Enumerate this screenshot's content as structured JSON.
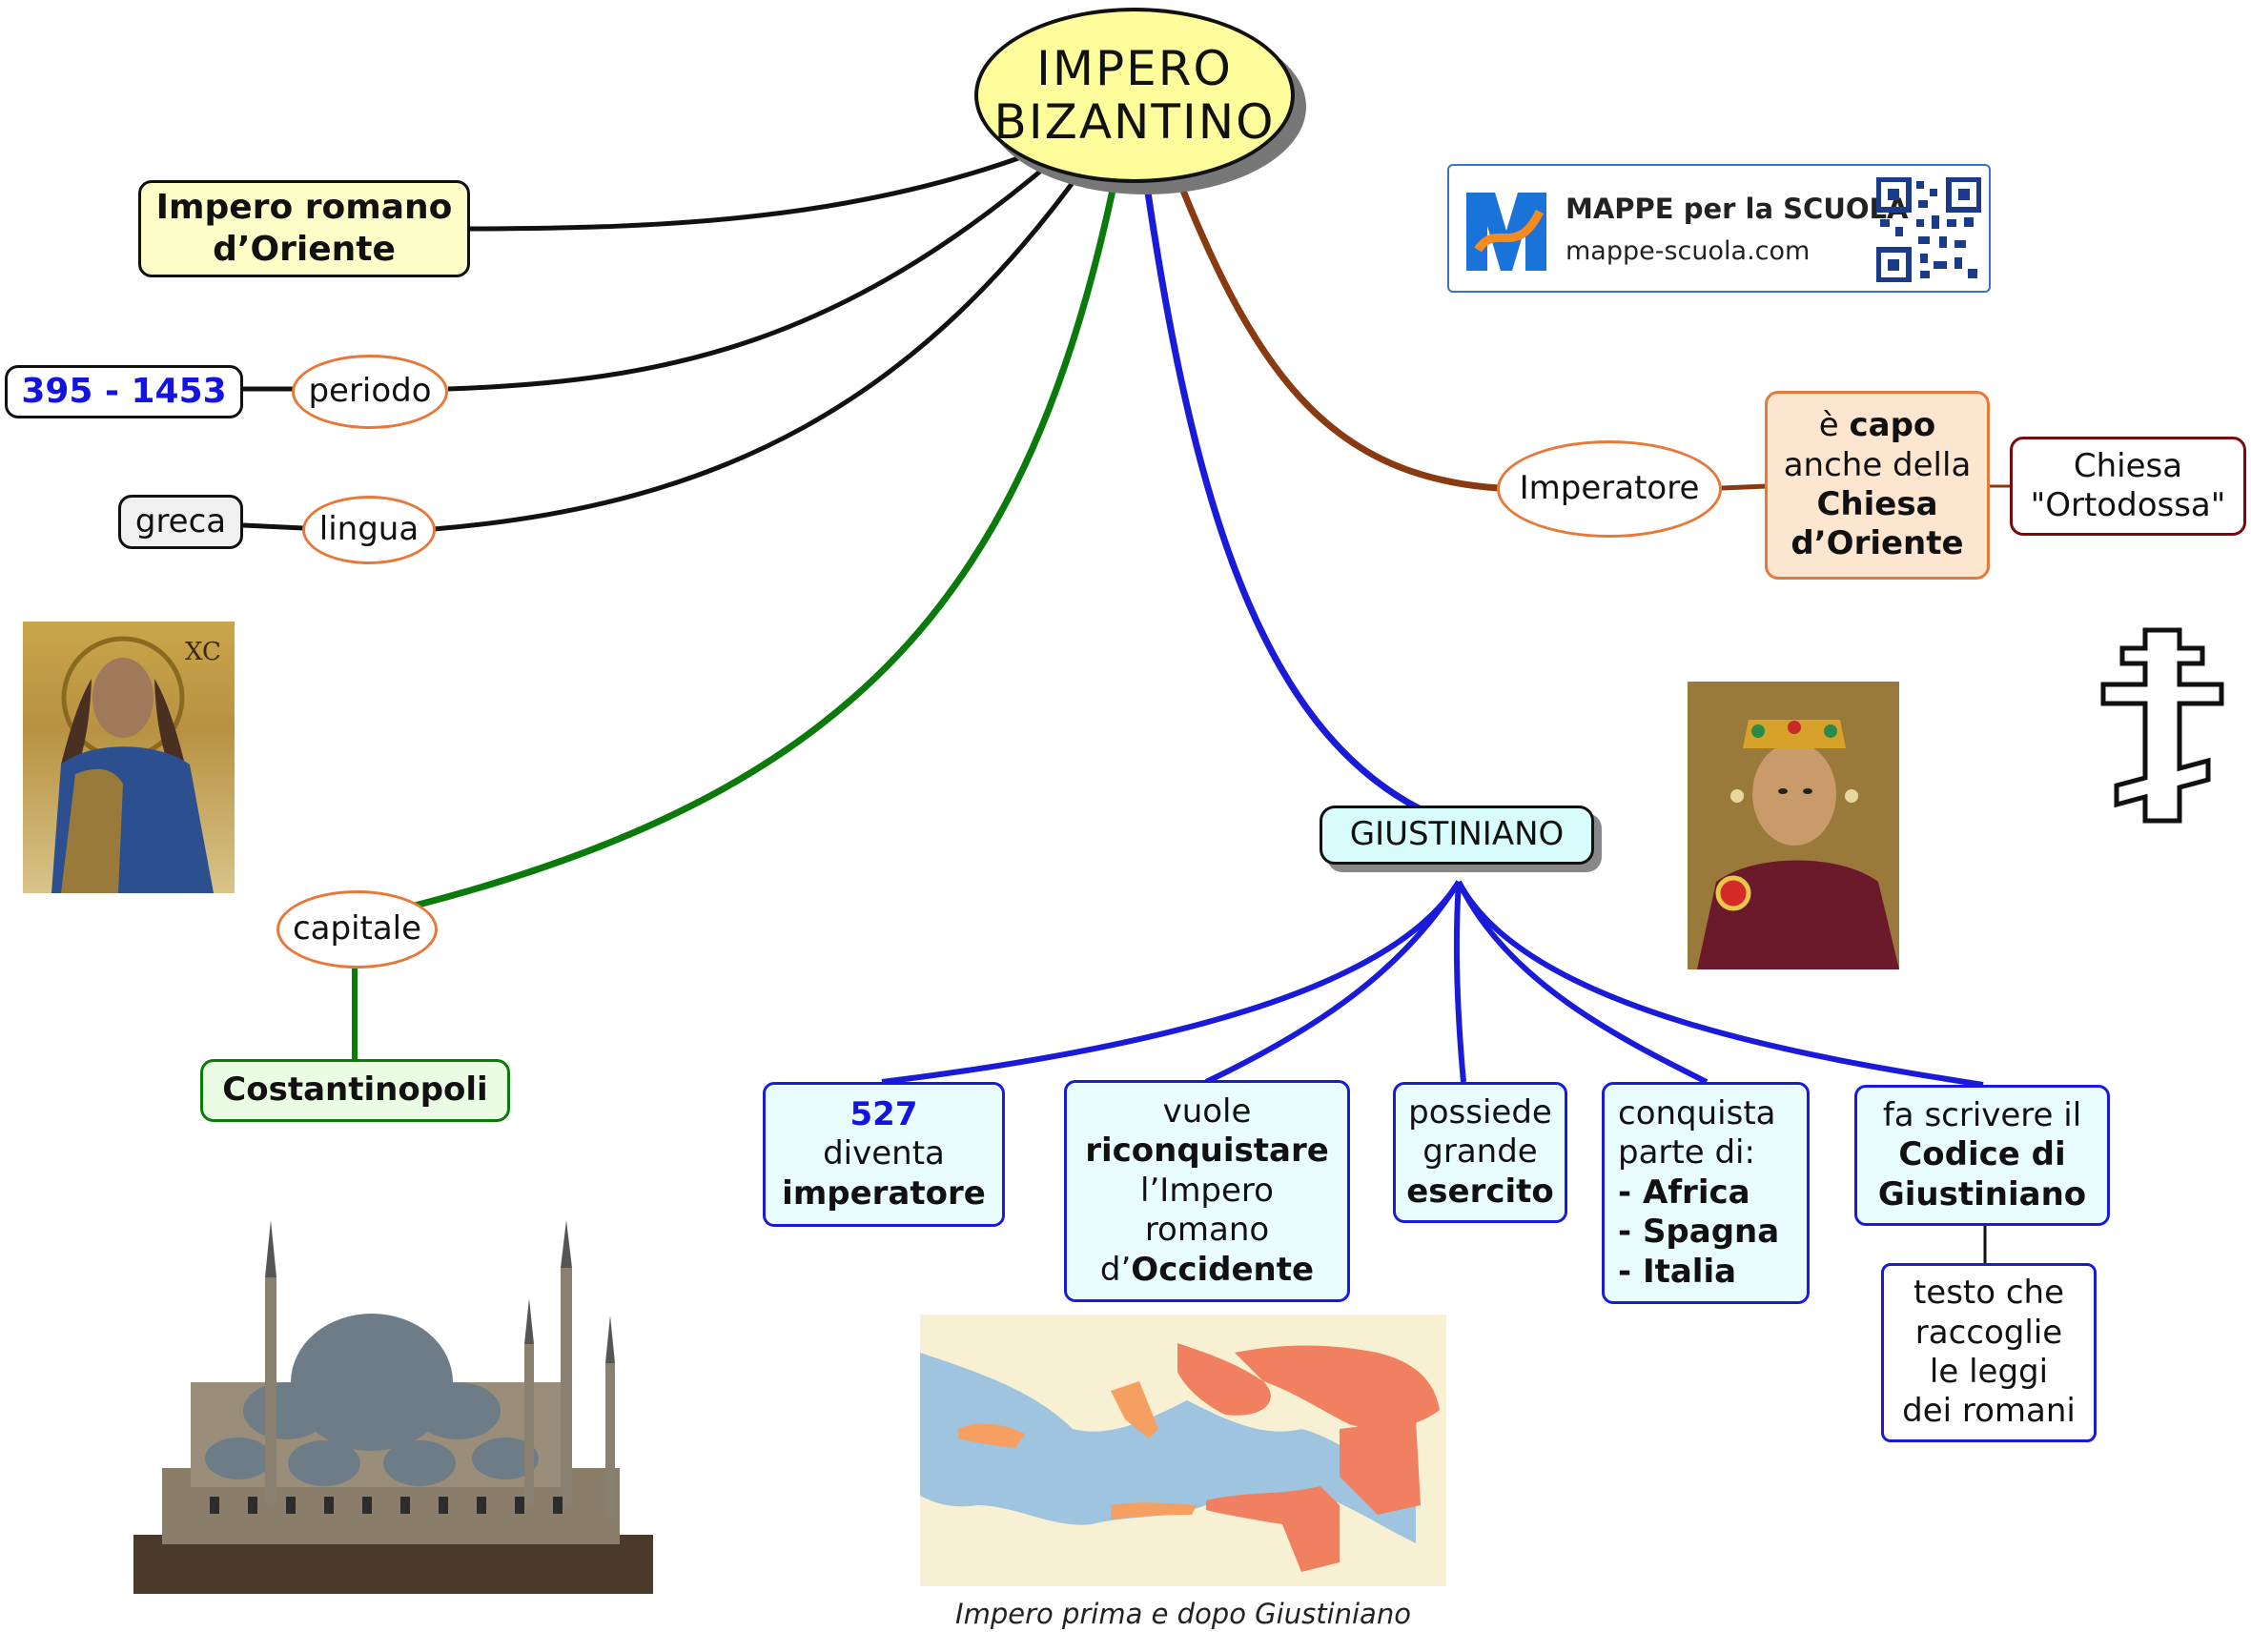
{
  "root": {
    "line1": "IMPERO",
    "line2": "BIZANTINO"
  },
  "impero_romano": {
    "line1": "Impero romano",
    "line2": "d’Oriente"
  },
  "periodo": {
    "label": "periodo",
    "value": "395 - 1453"
  },
  "lingua": {
    "label": "lingua",
    "value": "greca"
  },
  "capitale": {
    "label": "capitale",
    "value": "Costantinopoli"
  },
  "imperatore": {
    "label": "Imperatore",
    "capo": {
      "l1_pre": "è ",
      "l1_bold": "capo",
      "l2": "anche della",
      "l3": "Chiesa",
      "l4": "d’Oriente"
    },
    "chiesa": {
      "l1": "Chiesa",
      "l2": "\"Ortodossa\""
    }
  },
  "giustiniano": {
    "label": "GIUSTINIANO",
    "items": [
      {
        "l1": "527",
        "l2": "diventa",
        "l3": "imperatore"
      },
      {
        "l1": "vuole",
        "l2": "riconquistare",
        "l3": "l’Impero",
        "l4": "romano",
        "l5_pre": "d’",
        "l5_bold": "Occidente"
      },
      {
        "l1": "possiede",
        "l2": "grande",
        "l3": "esercito"
      },
      {
        "l1": "conquista",
        "l2": "parte di:",
        "l3": "- Africa",
        "l4": "- Spagna",
        "l5": "- Italia"
      },
      {
        "l1": "fa scrivere il",
        "l2": "Codice di",
        "l3": "Giustiniano"
      }
    ],
    "codice_desc": {
      "l1": "testo che",
      "l2": "raccoglie",
      "l3": "le leggi",
      "l4": "dei romani"
    }
  },
  "map_caption": "Impero prima e dopo Giustiniano",
  "logo": {
    "title": "MAPPE per la SCUOLA",
    "url": "mappe-scuola.com"
  },
  "colors": {
    "root_fill": "#fdfd9c",
    "oval_border": "#e8783a",
    "blue_branch": "#1a1ad9",
    "green_branch": "#0a7a0a",
    "brown_branch": "#8a3a10",
    "cyan_fill": "#e9fdfd"
  }
}
